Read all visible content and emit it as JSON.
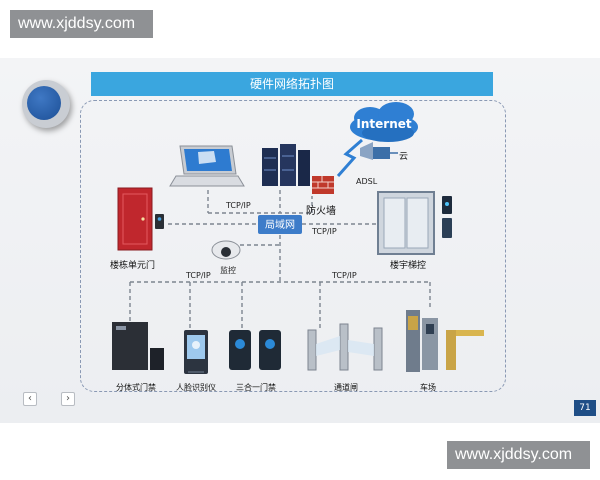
{
  "watermark": {
    "top_text": "www.xjddsy.com",
    "bottom_text": "www.xjddsy.com"
  },
  "slide": {
    "title": "硬件网络拓扑图",
    "page_number": "71"
  },
  "navigation": {
    "prev_glyph": "‹",
    "next_glyph": "›"
  },
  "diagram": {
    "cloud_label": "Internet",
    "cloud_caption": "云",
    "adsl_label": "ADSL",
    "firewall_label": "防火墙",
    "lan_label": "局域网",
    "link_labels": {
      "top": "TCP/IP",
      "right": "TCP/IP",
      "left_bottom": "TCP/IP",
      "right_bottom": "TCP/IP"
    },
    "monitor_label": "监控",
    "building_door_label": "楼栋单元门",
    "elevator_label": "楼宇梯控",
    "devices": {
      "split_access": "分体式门禁",
      "face_recognition": "人脸识别仪",
      "three_in_one": "三合一门禁",
      "passage_gate": "通道闸",
      "parking": "车场"
    }
  },
  "colors": {
    "title_bar": "#3aa6df",
    "lan_box": "#3d7cc9",
    "cloud": "#2f7fd3",
    "page_badge": "#1f4e86",
    "door": "#c0272d"
  }
}
